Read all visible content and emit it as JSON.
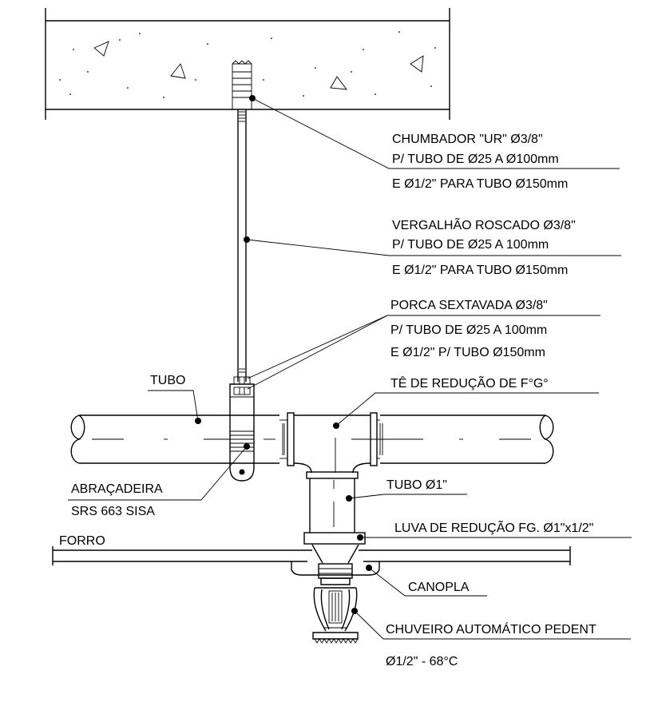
{
  "labels": {
    "chumbador": [
      "CHUMBADOR \"UR\" Ø3/8\"",
      "P/ TUBO DE Ø25 A Ø100mm",
      "E Ø1/2\" PARA TUBO Ø150mm"
    ],
    "vergalhao": [
      "VERGALHÃO ROSCADO Ø3/8\"",
      "P/ TUBO DE Ø25 A 100mm",
      "E Ø1/2\" PARA TUBO Ø150mm"
    ],
    "porca": [
      "PORCA SEXTAVADA Ø3/8\"",
      "P/ TUBO DE Ø25 A 100mm",
      "E Ø1/2\" P/ TUBO Ø150mm"
    ],
    "tubo": "TUBO",
    "te": "TÊ DE REDUÇÃO DE F°G°",
    "abracadeira": [
      "ABRAÇADEIRA",
      "SRS 663 SISA"
    ],
    "tubo1": "TUBO Ø1\"",
    "luva": "LUVA DE REDUÇÃO FG. Ø1\"x1/2\"",
    "forro": "FORRO",
    "canopla": "CANOPLA",
    "chuveiro": [
      "CHUVEIRO AUTOMÁTICO PEDENT",
      "Ø1/2\" - 68°C"
    ]
  }
}
